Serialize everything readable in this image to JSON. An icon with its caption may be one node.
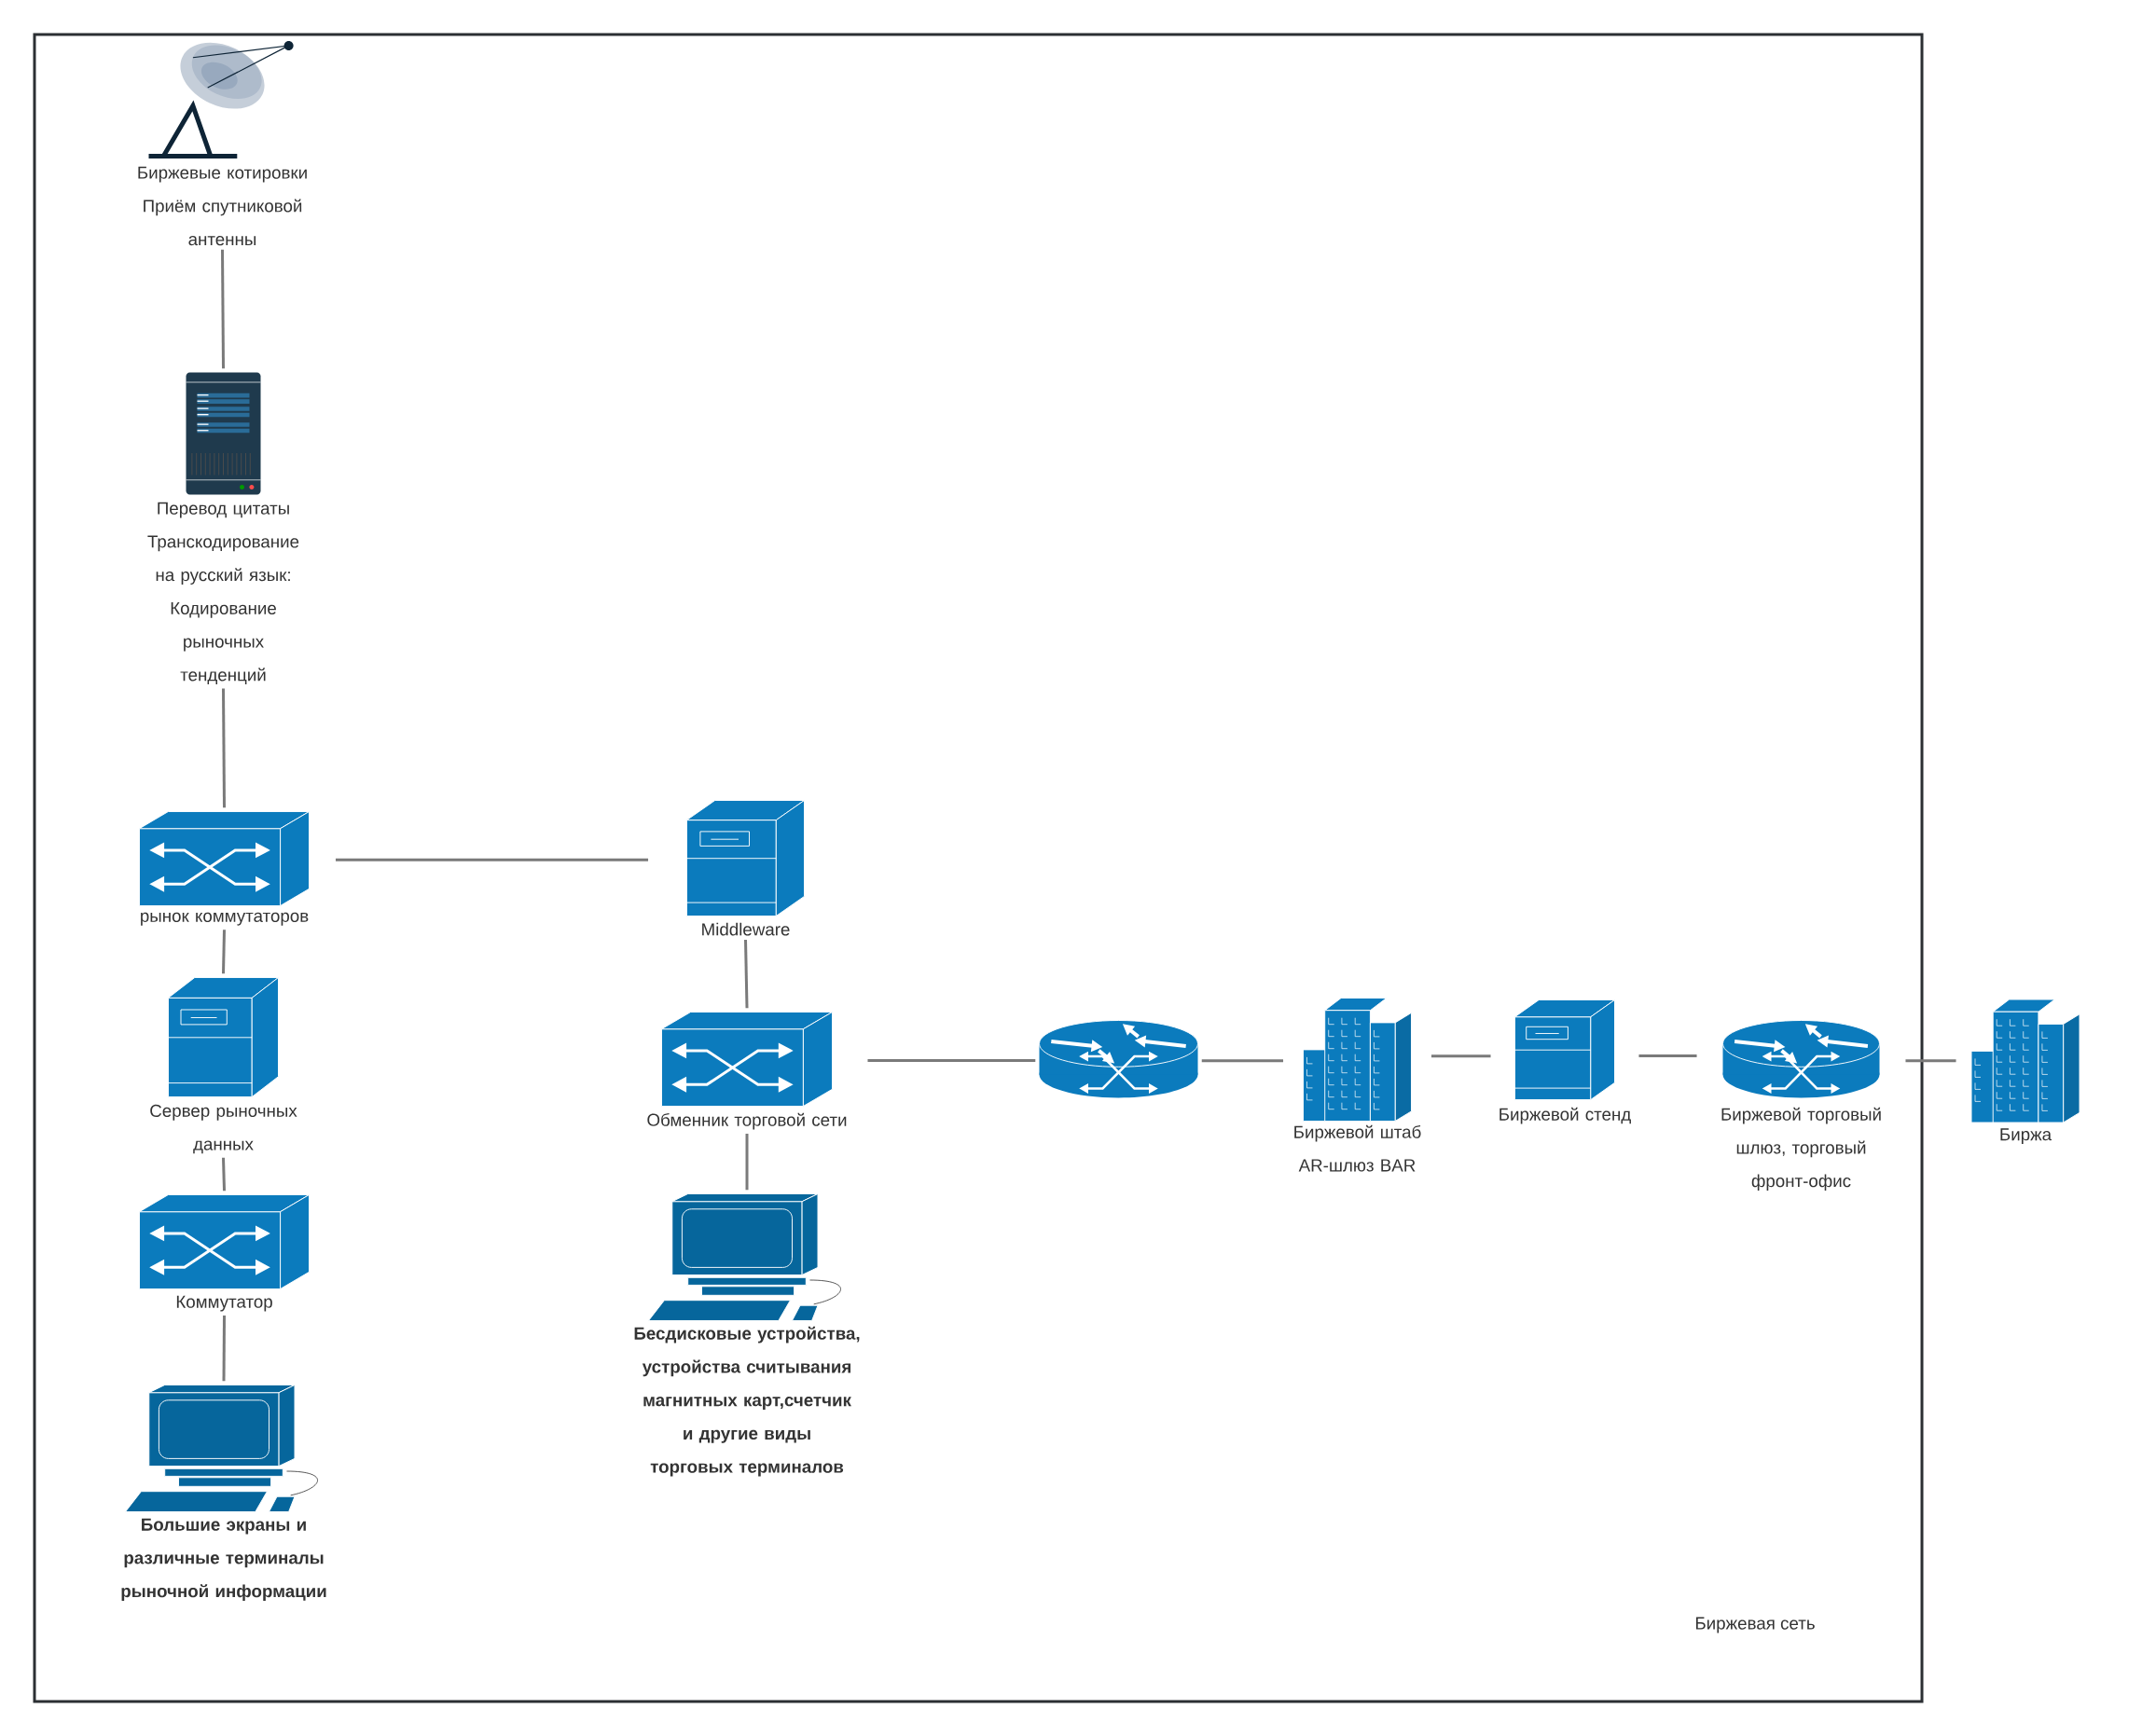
{
  "diagram": {
    "nodes": [
      {
        "text": [
          "Биржевая сеть"
        ]
      },
      {
        "text": [
          "Биржевые котировки",
          "Приём спутниковой антенны"
        ],
        "in": 0
      },
      {
        "text": [
          "Перевод цитаты Транскодирование на русский язык: Кодирование рыночных тенденций"
        ],
        "in": 0
      },
      {
        "text": [
          "рынок коммутаторов"
        ],
        "in": 0
      },
      {
        "text": [
          "Middleware"
        ],
        "in": 0
      },
      {
        "text": [
          "Сервер рыночных данных"
        ],
        "in": 0
      },
      {
        "text": [
          "Коммутатор"
        ],
        "in": 0
      },
      {
        "text": [
          "Большие экраны и различные терминалы рыночной информации"
        ],
        "in": 0
      },
      {
        "text": [
          "Обменник торговой сети"
        ],
        "in": 0
      },
      {
        "text": [
          "Бесдисковые устройства, устройства считывания магнитных карт,счетчик и другие виды торговых терминалов"
        ],
        "in": 0
      },
      {
        "text": [],
        "shape": "cylinder",
        "in": 0
      },
      {
        "text": [
          "Биржевой штаб",
          "AR-шлюз BAR"
        ],
        "in": 0
      },
      {
        "text": [
          "Биржевой стенд"
        ],
        "in": 0
      },
      {
        "text": [
          "Биржевой торговый шлюз, торговый фронт-офис"
        ],
        "in": 0
      },
      {
        "text": [
          "Биржа"
        ]
      }
    ],
    "edges": [
      {
        "from": 1,
        "to": 2,
        "arrow": "none"
      },
      {
        "from": 2,
        "to": 3,
        "arrow": "none"
      },
      {
        "from": 3,
        "to": 4,
        "arrow": "none"
      },
      {
        "from": 3,
        "to": 5,
        "arrow": "none"
      },
      {
        "from": 5,
        "to": 6,
        "arrow": "none"
      },
      {
        "from": 6,
        "to": 7,
        "arrow": "none"
      },
      {
        "from": 4,
        "to": 8,
        "arrow": "none"
      },
      {
        "from": 8,
        "to": 9,
        "arrow": "none"
      },
      {
        "from": 8,
        "to": 10,
        "arrow": "none"
      },
      {
        "from": 10,
        "to": 11,
        "arrow": "none"
      },
      {
        "from": 11,
        "to": 12,
        "arrow": "none"
      },
      {
        "from": 12,
        "to": 13,
        "arrow": "none"
      },
      {
        "from": 13,
        "to": 14,
        "arrow": "none"
      }
    ]
  }
}
